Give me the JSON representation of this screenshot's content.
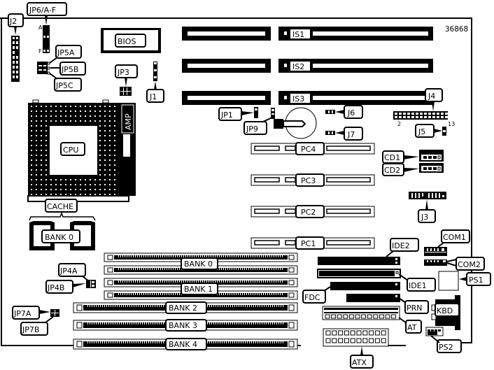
{
  "board_id": "36868",
  "colors": {
    "ink": "#000000",
    "paper": "#ffffff"
  },
  "labels": {
    "j2": "J2",
    "jp6": "JP6/A-F",
    "jp6_a": "A",
    "jp6_f": "F",
    "bios": "BIOS",
    "jp5a": "JP5A",
    "jp5b": "JP5B",
    "jp5c": "JP5C",
    "jp3": "JP3",
    "j1": "J1",
    "is1": "IS1",
    "is2": "IS2",
    "is3": "IS3",
    "j4": "J4",
    "j4_pin_left": "2",
    "j4_pin_right": "13",
    "j5": "J5",
    "jp1": "JP1",
    "jp9": "JP9",
    "j6": "J6",
    "j7": "J7",
    "cpu": "CPU",
    "amp": "AMP",
    "cache": "CACHE",
    "cache_bank": "BANK 0",
    "pc4": "PC4",
    "pc3": "PC3",
    "pc2": "PC2",
    "pc1": "PC1",
    "cd1": "CD1",
    "cd2": "CD2",
    "j3": "J3",
    "com1": "COM1",
    "com2": "COM2",
    "ide2": "IDE2",
    "ide1": "IDE1",
    "ps1": "PS1",
    "fdc": "FDC",
    "prn": "PRN",
    "kbd": "KBD",
    "at": "AT",
    "atx": "ATX",
    "ps2": "PS2",
    "jp4a": "JP4A",
    "jp4b": "JP4B",
    "jp7a": "JP7A",
    "jp7b": "JP7B",
    "bank0": "BANK 0",
    "bank1": "BANK 1",
    "bank2": "BANK 2",
    "bank3": "BANK 3",
    "bank4": "BANK 4"
  }
}
